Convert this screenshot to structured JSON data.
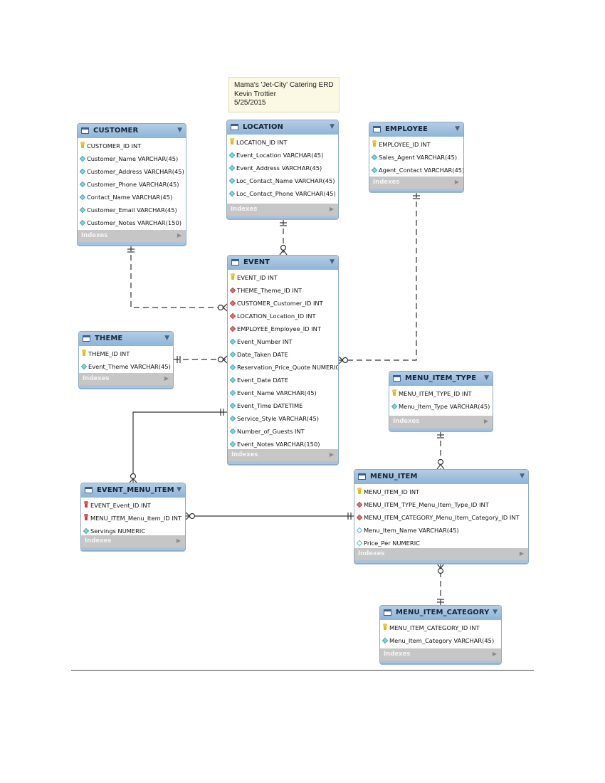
{
  "note": {
    "lines": [
      "Mama's 'Jet-City' Catering ERD",
      "Kevin Trottier",
      "5/25/2015"
    ]
  },
  "footer_label": "Indexes",
  "tables": {
    "customer": {
      "name": "CUSTOMER",
      "columns": [
        {
          "text": "CUSTOMER_ID INT",
          "key": "pk"
        },
        {
          "text": "Customer_Name VARCHAR(45)",
          "key": "attr"
        },
        {
          "text": "Customer_Address VARCHAR(45)",
          "key": "attr"
        },
        {
          "text": "Customer_Phone VARCHAR(45)",
          "key": "attr"
        },
        {
          "text": "Contact_Name VARCHAR(45)",
          "key": "attr"
        },
        {
          "text": "Customer_Email VARCHAR(45)",
          "key": "attr"
        },
        {
          "text": "Customer_Notes VARCHAR(150)",
          "key": "attr"
        }
      ]
    },
    "location": {
      "name": "LOCATION",
      "columns": [
        {
          "text": "LOCATION_ID INT",
          "key": "pk"
        },
        {
          "text": "Event_Location VARCHAR(45)",
          "key": "attr"
        },
        {
          "text": "Event_Address VARCHAR(45)",
          "key": "attr"
        },
        {
          "text": "Loc_Contact_Name VARCHAR(45)",
          "key": "attr"
        },
        {
          "text": "Loc_Contact_Phone VARCHAR(45)",
          "key": "attr"
        }
      ]
    },
    "employee": {
      "name": "EMPLOYEE",
      "columns": [
        {
          "text": "EMPLOYEE_ID INT",
          "key": "pk"
        },
        {
          "text": "Sales_Agent VARCHAR(45)",
          "key": "attr"
        },
        {
          "text": "Agent_Contact VARCHAR(45)",
          "key": "attr"
        }
      ]
    },
    "event": {
      "name": "EVENT",
      "columns": [
        {
          "text": "EVENT_ID INT",
          "key": "pk"
        },
        {
          "text": "THEME_Theme_ID INT",
          "key": "fk"
        },
        {
          "text": "CUSTOMER_Customer_ID INT",
          "key": "fk"
        },
        {
          "text": "LOCATION_Location_ID INT",
          "key": "fk"
        },
        {
          "text": "EMPLOYEE_Employee_ID INT",
          "key": "fk"
        },
        {
          "text": "Event_Number INT",
          "key": "attr"
        },
        {
          "text": "Date_Taken DATE",
          "key": "attr"
        },
        {
          "text": "Reservation_Price_Quote NUMERIC",
          "key": "attr"
        },
        {
          "text": "Event_Date DATE",
          "key": "attr"
        },
        {
          "text": "Event_Name VARCHAR(45)",
          "key": "attr"
        },
        {
          "text": "Event_Time DATETIME",
          "key": "attr"
        },
        {
          "text": "Service_Style VARCHAR(45)",
          "key": "attr"
        },
        {
          "text": "Number_of_Guests INT",
          "key": "attr"
        },
        {
          "text": "Event_Notes VARCHAR(150)",
          "key": "attr"
        }
      ]
    },
    "theme": {
      "name": "THEME",
      "columns": [
        {
          "text": "THEME_ID INT",
          "key": "pk"
        },
        {
          "text": "Event_Theme VARCHAR(45)",
          "key": "attr"
        }
      ]
    },
    "menu_item_type": {
      "name": "MENU_ITEM_TYPE",
      "columns": [
        {
          "text": "MENU_ITEM_TYPE_ID INT",
          "key": "pk"
        },
        {
          "text": "Menu_Item_Type VARCHAR(45)",
          "key": "attr"
        }
      ]
    },
    "event_menu_item": {
      "name": "EVENT_MENU_ITEM",
      "columns": [
        {
          "text": "EVENT_Event_ID INT",
          "key": "pkfk"
        },
        {
          "text": "MENU_ITEM_Menu_Item_ID INT",
          "key": "pkfk"
        },
        {
          "text": "Servings NUMERIC",
          "key": "attr"
        }
      ]
    },
    "menu_item": {
      "name": "MENU_ITEM",
      "columns": [
        {
          "text": "MENU_ITEM_ID INT",
          "key": "pk"
        },
        {
          "text": "MENU_ITEM_TYPE_Menu_Item_Type_ID INT",
          "key": "fk"
        },
        {
          "text": "MENU_ITEM_CATEGORY_Menu_Item_Category_ID INT",
          "key": "fk"
        },
        {
          "text": "Menu_Item_Name VARCHAR(45)",
          "key": "nullable"
        },
        {
          "text": "Price_Per NUMERIC",
          "key": "nullable"
        }
      ]
    },
    "menu_item_category": {
      "name": "MENU_ITEM_CATEGORY",
      "columns": [
        {
          "text": "MENU_ITEM_CATEGORY_ID INT",
          "key": "pk"
        },
        {
          "text": "Menu_Item_Category VARCHAR(45)",
          "key": "attr"
        }
      ]
    }
  },
  "relationships": [
    {
      "from": "customer",
      "to": "event",
      "parent_end": "one-and-only-one",
      "child_end": "zero-or-many",
      "identifying": false
    },
    {
      "from": "location",
      "to": "event",
      "parent_end": "one-and-only-one",
      "child_end": "zero-or-many",
      "identifying": false
    },
    {
      "from": "employee",
      "to": "event",
      "parent_end": "one-and-only-one",
      "child_end": "zero-or-many",
      "identifying": false
    },
    {
      "from": "theme",
      "to": "event",
      "parent_end": "one-and-only-one",
      "child_end": "zero-or-many",
      "identifying": false
    },
    {
      "from": "event",
      "to": "event_menu_item",
      "parent_end": "one-and-only-one",
      "child_end": "zero-or-many",
      "identifying": true
    },
    {
      "from": "menu_item",
      "to": "event_menu_item",
      "parent_end": "one-and-only-one",
      "child_end": "zero-or-many",
      "identifying": true
    },
    {
      "from": "menu_item_type",
      "to": "menu_item",
      "parent_end": "one-and-only-one",
      "child_end": "zero-or-many",
      "identifying": false
    },
    {
      "from": "menu_item_category",
      "to": "menu_item",
      "parent_end": "one-and-only-one",
      "child_end": "zero-or-many",
      "identifying": false
    }
  ]
}
